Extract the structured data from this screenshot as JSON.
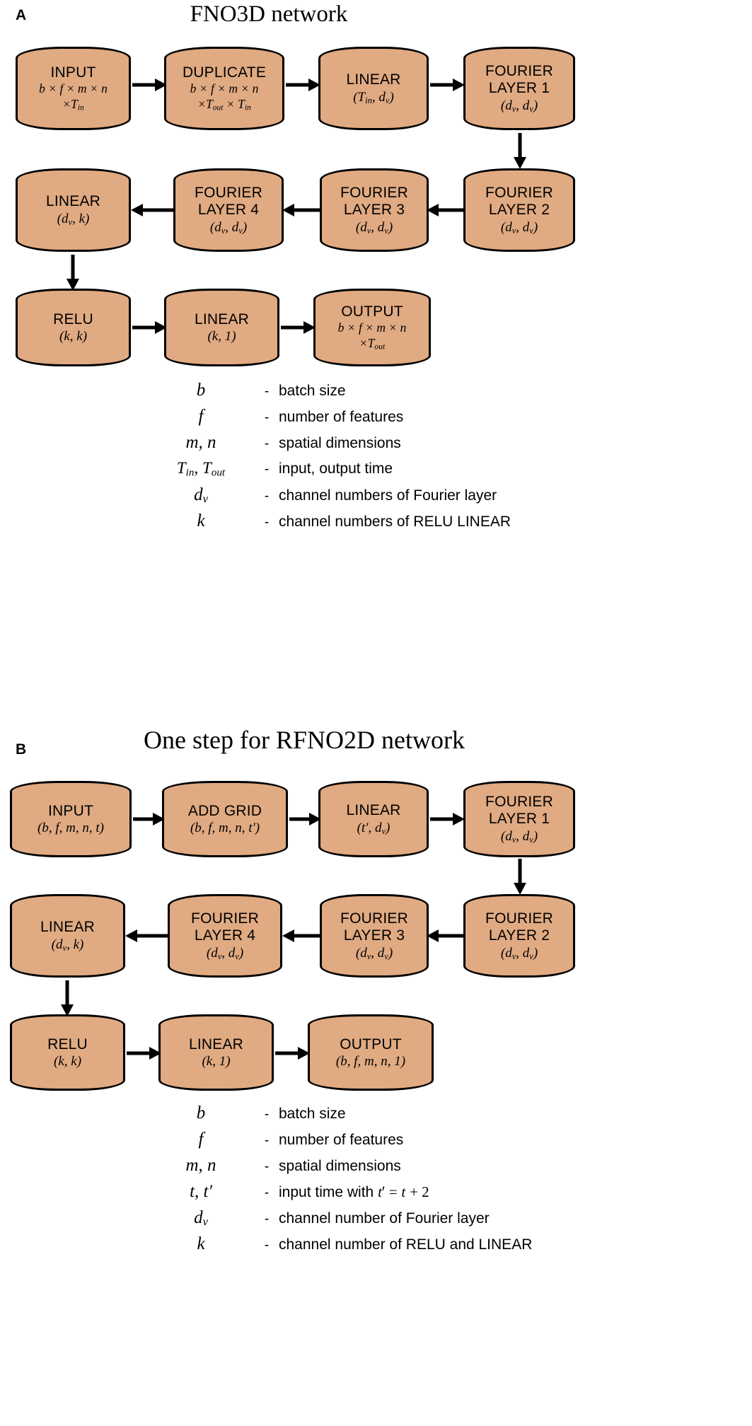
{
  "panel_a": {
    "letter": "A",
    "title": "FNO3D network",
    "boxes": [
      {
        "title": "INPUT",
        "sub1": "b × f × m × n",
        "sub2": "×T",
        "sub2_sub": "in"
      },
      {
        "title": "DUPLICATE",
        "sub1": "b × f × m × n",
        "sub2": "×T",
        "sub2_sub": "out",
        "sub3": " × T",
        "sub3_sub": "in"
      },
      {
        "title": "LINEAR",
        "sub1": "(T",
        "sub1_sub": "in",
        "sub1_tail": ", d",
        "sub1_sub2": "v",
        "sub1_end": ")"
      },
      {
        "title": "FOURIER LAYER 1",
        "sub1": "(d",
        "sub1_sub": "v",
        "sub1_tail": ", d",
        "sub1_sub2": "v",
        "sub1_end": ")"
      },
      {
        "title": "FOURIER LAYER 2",
        "sub1": "(d",
        "sub1_sub": "v",
        "sub1_tail": ", d",
        "sub1_sub2": "v",
        "sub1_end": ")"
      },
      {
        "title": "FOURIER LAYER 3",
        "sub1": "(d",
        "sub1_sub": "v",
        "sub1_tail": ", d",
        "sub1_sub2": "v",
        "sub1_end": ")"
      },
      {
        "title": "FOURIER LAYER 4",
        "sub1": "(d",
        "sub1_sub": "v",
        "sub1_tail": ", d",
        "sub1_sub2": "v",
        "sub1_end": ")"
      },
      {
        "title": "LINEAR",
        "sub1": "(d",
        "sub1_sub": "v",
        "sub1_tail": ", k)"
      },
      {
        "title": "RELU",
        "sub1": "(k, k)"
      },
      {
        "title": "LINEAR",
        "sub1": "(k, 1)"
      },
      {
        "title": "OUTPUT",
        "sub1": "b × f × m × n",
        "sub2": "×T",
        "sub2_sub": "out"
      }
    ],
    "labels": {
      "input": "INPUT",
      "duplicate": "DUPLICATE",
      "linear": "LINEAR",
      "relu": "RELU",
      "output": "OUTPUT",
      "fourier_layer_1": "FOURIER LAYER 1",
      "fourier_layer_2": "FOURIER LAYER 2",
      "fourier_layer_3": "FOURIER LAYER 3",
      "fourier_layer_4": "FOURIER LAYER 4"
    },
    "legend": [
      {
        "symbol": "b",
        "dash": "-",
        "desc": "batch size"
      },
      {
        "symbol": "f",
        "dash": "-",
        "desc": "number of features"
      },
      {
        "symbol": "m, n",
        "dash": "-",
        "desc": "spatial dimensions"
      },
      {
        "symbol": "Tin, Tout",
        "dash": "-",
        "desc": "input, output time"
      },
      {
        "symbol": "dv",
        "dash": "-",
        "desc": "channel numbers of Fourier layer"
      },
      {
        "symbol": "k",
        "dash": "-",
        "desc": "channel numbers of RELU LINEAR"
      }
    ]
  },
  "panel_b": {
    "letter": "B",
    "title": "One step for RFNO2D network",
    "labels": {
      "input": "INPUT",
      "add_grid": "ADD GRID",
      "linear": "LINEAR",
      "relu": "RELU",
      "output": "OUTPUT",
      "fourier_layer_1": "FOURIER LAYER 1",
      "fourier_layer_2": "FOURIER LAYER 2",
      "fourier_layer_3": "FOURIER LAYER 3",
      "fourier_layer_4": "FOURIER LAYER 4"
    },
    "subs": {
      "input": "(b, f, m, n, t)",
      "add_grid": "(b, f, m, n, t′)",
      "linear_in": "(t′, dv)",
      "fourier": "(dv, dv)",
      "linear_out": "(dv, k)",
      "relu": "(k, k)",
      "linear_k1": "(k, 1)",
      "output": "(b, f, m, n, 1)"
    },
    "legend": [
      {
        "symbol": "b",
        "dash": "-",
        "desc": "batch size"
      },
      {
        "symbol": "f",
        "dash": "-",
        "desc": "number of features"
      },
      {
        "symbol": "m, n",
        "dash": "-",
        "desc": "spatial dimensions"
      },
      {
        "symbol": "t, t′",
        "dash": "-",
        "desc": "input time with t′ = t + 2"
      },
      {
        "symbol": "dv",
        "dash": "-",
        "desc": "channel number of Fourier layer"
      },
      {
        "symbol": "k",
        "dash": "-",
        "desc": "channel number of RELU and LINEAR"
      }
    ]
  },
  "style": {
    "box_fill": "#e0aa82",
    "box_stroke": "#000000",
    "background": "#ffffff"
  }
}
